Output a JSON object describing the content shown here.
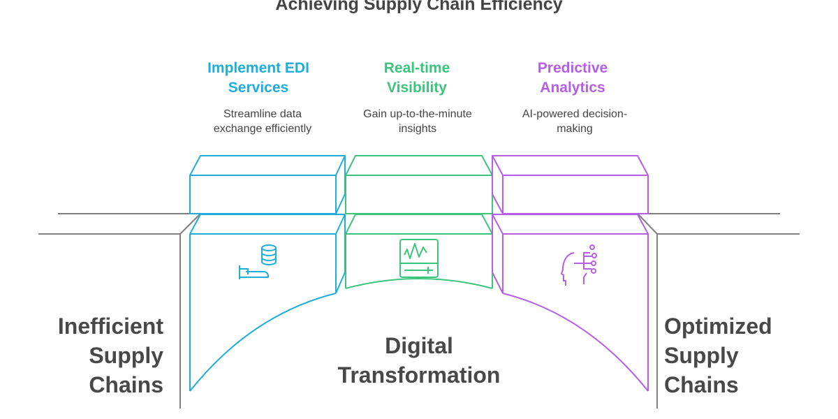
{
  "title": "Achieving Supply Chain Efficiency",
  "colors": {
    "edi": "#1eaedb",
    "visibility": "#3cc47c",
    "analytics": "#b75ee8",
    "ground": "#808080",
    "text": "#444444"
  },
  "pillars": [
    {
      "heading_line1": "Implement EDI",
      "heading_line2": "Services",
      "desc_line1": "Streamline data",
      "desc_line2": "exchange efficiently",
      "icon": "hand-database-icon"
    },
    {
      "heading_line1": "Real-time",
      "heading_line2": "Visibility",
      "desc_line1": "Gain up-to-the-minute",
      "desc_line2": "insights",
      "icon": "monitor-chart-icon"
    },
    {
      "heading_line1": "Predictive",
      "heading_line2": "Analytics",
      "desc_line1": "AI-powered decision-",
      "desc_line2": "making",
      "icon": "ai-head-icon"
    }
  ],
  "left_label": {
    "line1": "Inefficient",
    "line2": "Supply",
    "line3": "Chains"
  },
  "center_label": {
    "line1": "Digital",
    "line2": "Transformation"
  },
  "right_label": {
    "line1": "Optimized",
    "line2": "Supply",
    "line3": "Chains"
  }
}
